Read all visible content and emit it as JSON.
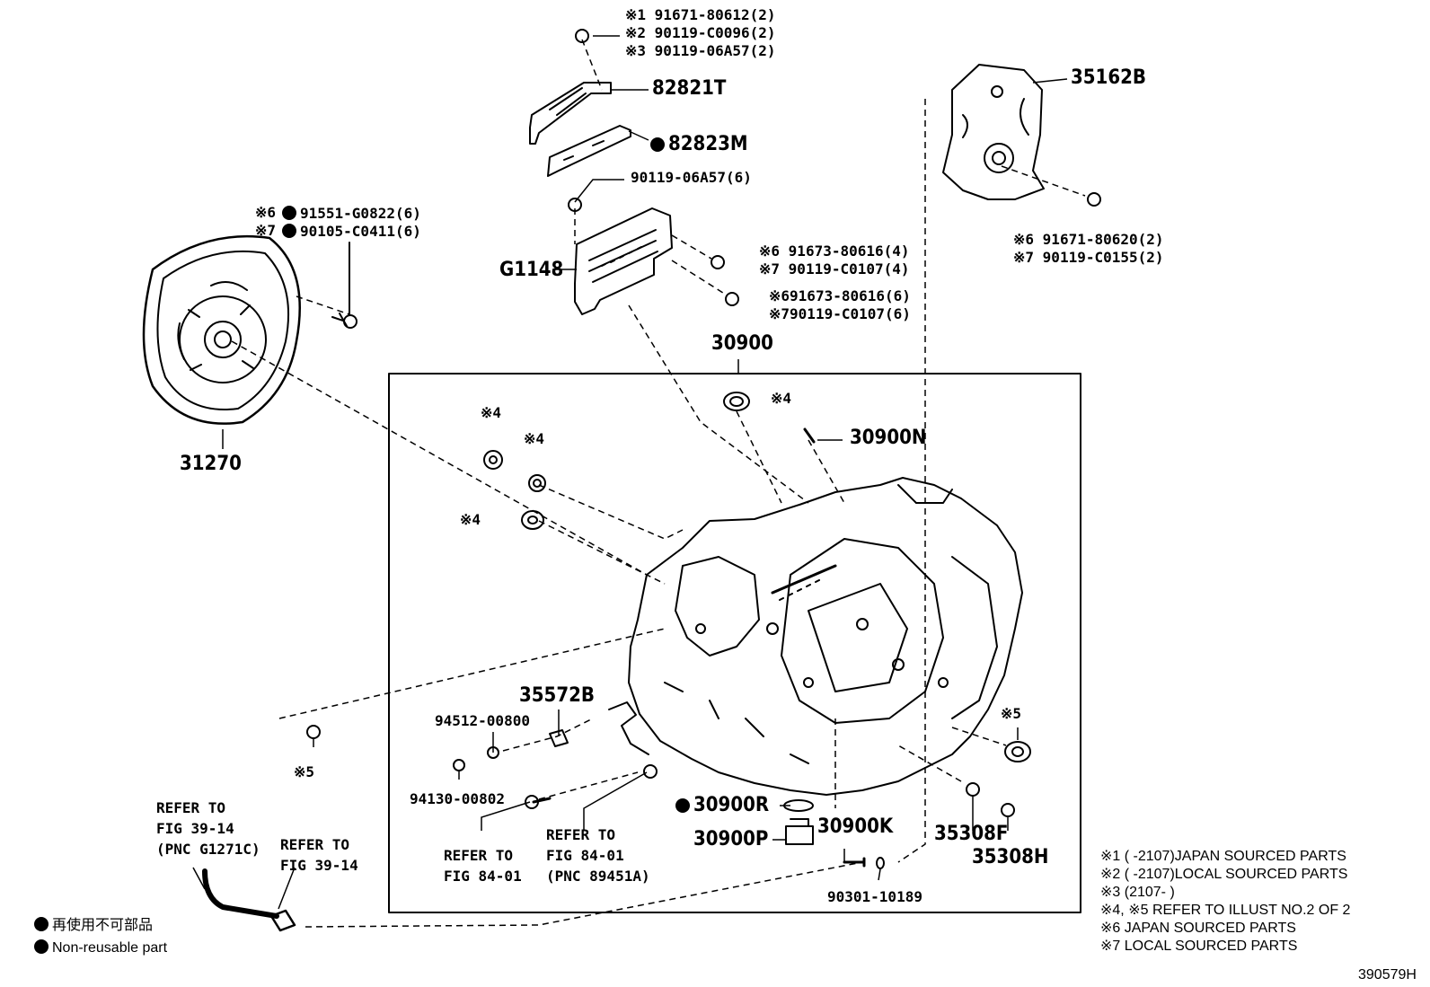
{
  "parts": {
    "p_35162B": "35162B",
    "p_82821T": "82821T",
    "p_82823M": "82823M",
    "p_31270": "31270",
    "p_G1148": "G1148",
    "p_30900": "30900",
    "p_30900N": "30900N",
    "p_35572B": "35572B",
    "p_94512": "94512-00800",
    "p_94130": "94130-00802",
    "p_30900R": "30900R",
    "p_30900P": "30900P",
    "p_30900K": "30900K",
    "p_35308F": "35308F",
    "p_35308H": "35308H",
    "p_90301": "90301-10189",
    "p_90119_06A57_6": "90119-06A57(6)"
  },
  "callouts": {
    "top_bolt_1": "※1 91671-80612(2)",
    "top_bolt_2": "※2 90119-C0096(2)",
    "top_bolt_3": "※3 90119-06A57(2)",
    "clutch_bolt_6": "91551-G0822(6)",
    "clutch_bolt_6_mark": "※6",
    "clutch_bolt_7": "90105-C0411(6)",
    "clutch_bolt_7_mark": "※7",
    "g1148_bolt_a6": "※6 91673-80616(4)",
    "g1148_bolt_a7": "※7 90119-C0107(4)",
    "g1148_bolt_b6": "※691673-80616(6)",
    "g1148_bolt_b7": "※790119-C0107(6)",
    "cover_bolt_6": "※6 91671-80620(2)",
    "cover_bolt_7": "※7 90119-C0155(2)",
    "seal_mark_4a": "※4",
    "seal_mark_4b": "※4",
    "seal_mark_4c": "※4",
    "seal_mark_4d": "※4",
    "seal_mark_5a": "※5",
    "seal_mark_5b": "※5"
  },
  "refs": {
    "ref_a_1": "REFER TO",
    "ref_a_2": "FIG 84-01",
    "ref_b_1": "REFER TO",
    "ref_b_2": "FIG 84-01",
    "ref_b_3": "(PNC 89451A)",
    "ref_c_1": "REFER TO",
    "ref_c_2": "FIG 39-14",
    "ref_c_3": "(PNC G1271C)",
    "ref_d_1": "REFER TO",
    "ref_d_2": "FIG 39-14"
  },
  "legend": {
    "jp": "再使用不可部品",
    "en": "Non-reusable part"
  },
  "notes": [
    "※1 (      -2107)JAPAN SOURCED PARTS",
    "※2 (      -2107)LOCAL SOURCED PARTS",
    "※3 (2107-      )",
    "※4, ※5 REFER TO ILLUST NO.2 OF 2",
    "※6 JAPAN SOURCED PARTS",
    "※7 LOCAL SOURCED PARTS"
  ],
  "illustration_id": "390579H"
}
